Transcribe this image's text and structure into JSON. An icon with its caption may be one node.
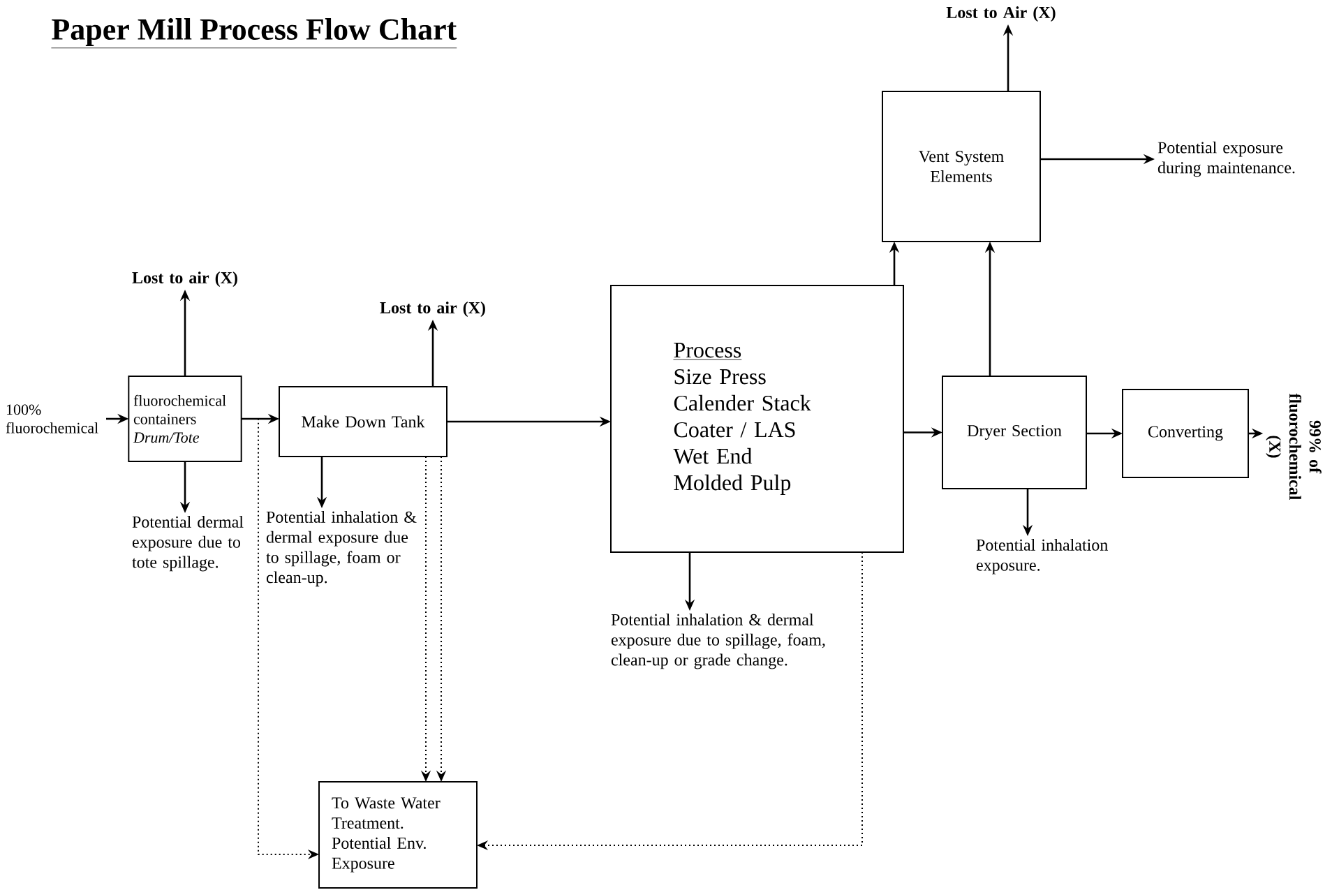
{
  "diagram": {
    "title": "Paper Mill Process Flow Chart",
    "nodes": [
      {
        "text": [
          "fluorochemical containers",
          "Drum/Tote"
        ]
      },
      {
        "text": [
          "Make Down Tank"
        ]
      },
      {
        "text": [
          "Process",
          "Size Press",
          "Calender Stack",
          "Coater / LAS",
          "Wet End",
          "Molded Pulp"
        ]
      },
      {
        "text": [
          "Vent System Elements"
        ]
      },
      {
        "text": [
          "Dryer Section"
        ]
      },
      {
        "text": [
          "Converting"
        ]
      },
      {
        "text": [
          "To Waste Water Treatment. Potential Env. Exposure"
        ]
      },
      {
        "text": [
          "100% fluorochemical"
        ]
      },
      {
        "text": [
          "Lost to air (X)"
        ]
      },
      {
        "text": [
          "Potential dermal exposure due to tote spillage."
        ]
      },
      {
        "text": [
          "Lost to air (X)"
        ]
      },
      {
        "text": [
          "Potential inhalation & dermal exposure due to spillage, foam or clean-up."
        ]
      },
      {
        "text": [
          "Potential inhalation & dermal exposure due to spillage, foam, clean-up or grade change."
        ]
      },
      {
        "text": [
          "Lost to Air (X)"
        ]
      },
      {
        "text": [
          "Potential exposure during maintenance."
        ]
      },
      {
        "text": [
          "Potential inhalation exposure."
        ]
      },
      {
        "text": [
          "99% of fluorochemical (X)"
        ]
      }
    ],
    "edges": [
      {
        "from": 7,
        "to": 0,
        "arrow": "to"
      },
      {
        "from": 0,
        "to": 8,
        "arrow": "to"
      },
      {
        "from": 0,
        "to": 9,
        "arrow": "to"
      },
      {
        "from": 0,
        "to": 1,
        "arrow": "to"
      },
      {
        "from": 1,
        "to": 10,
        "arrow": "to"
      },
      {
        "from": 1,
        "to": 11,
        "arrow": "to"
      },
      {
        "from": 1,
        "to": 2,
        "arrow": "to"
      },
      {
        "from": 2,
        "to": 12,
        "arrow": "to"
      },
      {
        "from": 2,
        "to": 3,
        "arrow": "to"
      },
      {
        "from": 4,
        "to": 3,
        "arrow": "to"
      },
      {
        "from": 3,
        "to": 13,
        "arrow": "to"
      },
      {
        "from": 3,
        "to": 14,
        "arrow": "to"
      },
      {
        "from": 2,
        "to": 4,
        "arrow": "to"
      },
      {
        "from": 4,
        "to": 15,
        "arrow": "to"
      },
      {
        "from": 4,
        "to": 5,
        "arrow": "to"
      },
      {
        "from": 5,
        "to": 16,
        "arrow": "to"
      },
      {
        "from": 0,
        "to": 6,
        "arrow": "to",
        "style": "dashed"
      },
      {
        "from": 1,
        "to": 6,
        "arrow": "to",
        "style": "dashed"
      },
      {
        "from": 1,
        "to": 6,
        "arrow": "to",
        "style": "dashed"
      },
      {
        "from": 2,
        "to": 6,
        "arrow": "to",
        "style": "dashed"
      }
    ]
  }
}
